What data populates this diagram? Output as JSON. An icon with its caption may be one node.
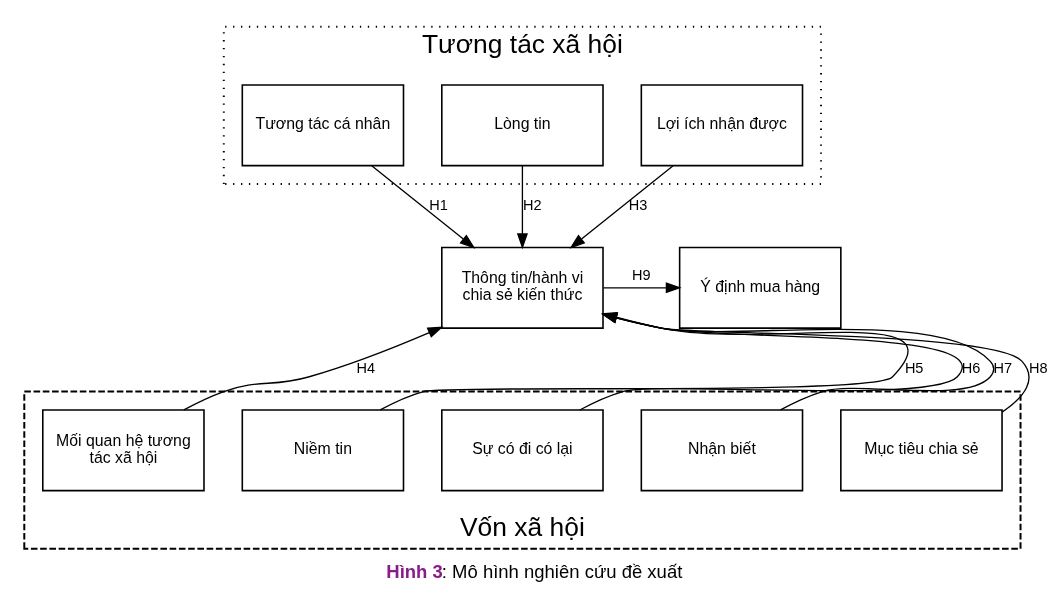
{
  "diagram": {
    "caption": "**Hình 3**: Mô hình nghiên cứu đề xuất",
    "nodes": [
      {
        "text": [
          "Tương tác xã hội"
        ]
      },
      {
        "text": [
          "Tương tác cá nhân"
        ],
        "in": 0
      },
      {
        "text": [
          "Lòng tin"
        ],
        "in": 0
      },
      {
        "text": [
          "Lợi ích nhận được"
        ],
        "in": 0
      },
      {
        "text": [
          "Thông tin/hành vi chia sẻ kiến thức"
        ]
      },
      {
        "text": [
          "Ý định mua hàng"
        ]
      },
      {
        "text": [
          "Vốn xã hội"
        ]
      },
      {
        "text": [
          "Mối quan hệ tương tác xã hội"
        ],
        "in": 6
      },
      {
        "text": [
          "Niềm tin"
        ],
        "in": 6
      },
      {
        "text": [
          "Sự có đi có lại"
        ],
        "in": 6
      },
      {
        "text": [
          "Nhận biết"
        ],
        "in": 6
      },
      {
        "text": [
          "Mục tiêu chia sẻ"
        ],
        "in": 6
      }
    ],
    "edges": [
      {
        "from": 1,
        "to": 4,
        "arrow": "to",
        "label": "H1"
      },
      {
        "from": 2,
        "to": 4,
        "arrow": "to",
        "label": "H2"
      },
      {
        "from": 3,
        "to": 4,
        "arrow": "to",
        "label": "H3"
      },
      {
        "from": 7,
        "to": 4,
        "arrow": "to",
        "label": "H4"
      },
      {
        "from": 8,
        "to": 4,
        "arrow": "to",
        "label": "H5"
      },
      {
        "from": 9,
        "to": 4,
        "arrow": "to",
        "label": "H6"
      },
      {
        "from": 10,
        "to": 4,
        "arrow": "to",
        "label": "H7"
      },
      {
        "from": 11,
        "to": 4,
        "arrow": "to",
        "label": "H8"
      },
      {
        "from": 4,
        "to": 5,
        "arrow": "to",
        "label": "H9"
      }
    ]
  }
}
